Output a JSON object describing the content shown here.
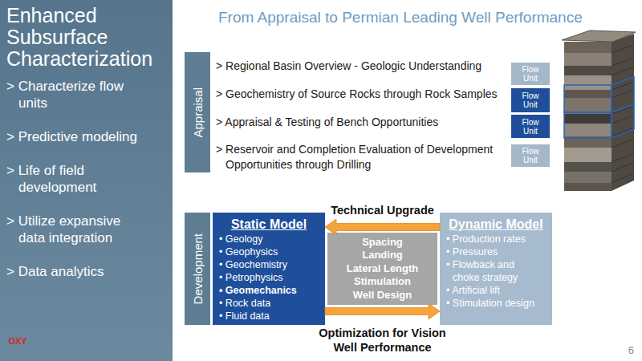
{
  "diagram": {
    "title": "Enhanced Subsurface Characterization",
    "nodes": [
      {
        "text": [
          "> Characterize flow units",
          "> Predictive modeling",
          "> Life of field development",
          "> Utilize expansive data integration",
          "> Data analytics"
        ]
      },
      {
        "text": [
          "Appraisal"
        ]
      },
      {
        "text": [
          "Flow Unit"
        ]
      },
      {
        "text": [
          "Flow Unit"
        ]
      },
      {
        "text": [
          "Flow Unit"
        ]
      },
      {
        "text": [
          "Flow Unit"
        ]
      },
      {
        "text": [
          "Development"
        ]
      },
      {
        "text": [
          "Static Model",
          "• Geology",
          "• Geophysics",
          "• Geochemistry",
          "• Petrophysics",
          "• Geomechanics",
          "• Rock data",
          "• Fluid data"
        ]
      },
      {
        "text": [
          "Spacing",
          "Landing",
          "Lateral Length",
          "Stimulation",
          "Well Design"
        ]
      },
      {
        "text": [
          "Dynamic Model",
          "• Production rates",
          "• Pressures",
          "• Flowback and choke strategy",
          "• Artificial lift",
          "• Stimulation design"
        ]
      }
    ],
    "edges": [
      {
        "from": 9,
        "to": 7,
        "arrow": "to",
        "label": "Technical Upgrade"
      },
      {
        "from": 7,
        "to": 9,
        "arrow": "to",
        "label": "Optimization for Vision Well Performance"
      }
    ],
    "labels": [
      "From Appraisal to Permian Leading Well Performance",
      "> Regional Basin Overview - Geologic Understanding",
      "> Geochemistry of Source Rocks through Rock Samples",
      "> Appraisal & Testing of Bench Opportunities",
      "> Reservoir and Completion Evaluation of Development Opportunities through Drilling",
      "OXY",
      "6"
    ]
  }
}
